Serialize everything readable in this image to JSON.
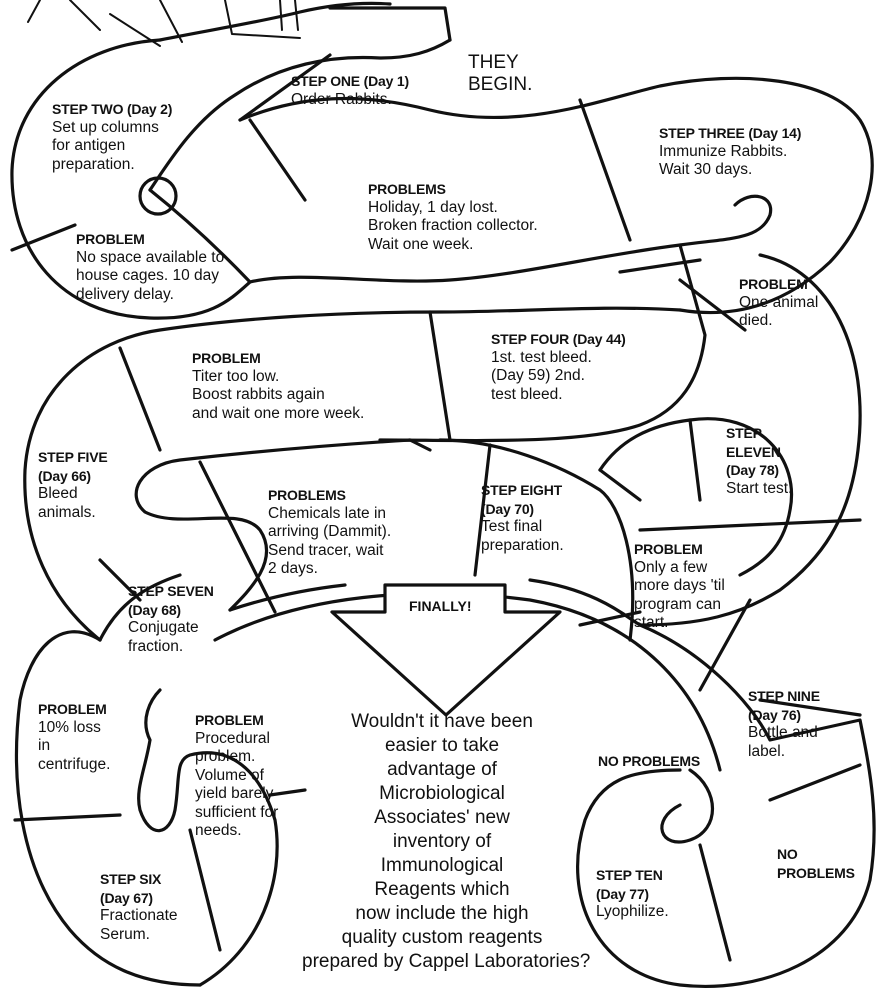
{
  "header": {
    "they_begin": "THEY\nBEGIN."
  },
  "steps": {
    "step_one": {
      "title": "STEP ONE (Day 1)",
      "text": "Order Rabbits."
    },
    "step_two": {
      "title": "STEP TWO (Day 2)",
      "text": "Set up columns\nfor antigen\npreparation."
    },
    "step_three": {
      "title": "STEP THREE (Day 14)",
      "text": "Immunize Rabbits.\nWait 30 days."
    },
    "step_four": {
      "title": "STEP FOUR (Day 44)",
      "text": "1st. test bleed.\n(Day 59) 2nd.\ntest bleed."
    },
    "step_five": {
      "title": "STEP FIVE\n(Day 66)",
      "text": "Bleed\nanimals."
    },
    "step_six": {
      "title": "STEP SIX\n(Day 67)",
      "text": "Fractionate\nSerum."
    },
    "step_seven": {
      "title": "STEP SEVEN\n(Day 68)",
      "text": "Conjugate\nfraction."
    },
    "step_eight": {
      "title": "STEP EIGHT\n(Day 70)",
      "text": "Test final\npreparation."
    },
    "step_nine": {
      "title": "STEP NINE\n(Day 76)",
      "text": "Bottle and\nlabel."
    },
    "step_ten": {
      "title": "STEP TEN\n(Day 77)",
      "text": "Lyophilize."
    },
    "step_eleven": {
      "title": "STEP\nELEVEN\n(Day 78)",
      "text": "Start test."
    }
  },
  "problems": {
    "p_no_space": {
      "title": "PROBLEM",
      "text": "No space available to\nhouse cages. 10 day\ndelivery delay."
    },
    "p_holiday": {
      "title": "PROBLEMS",
      "text": "Holiday, 1 day lost.\nBroken fraction collector.\nWait one week."
    },
    "p_animal_died": {
      "title": "PROBLEM",
      "text": "One animal\ndied."
    },
    "p_titer": {
      "title": "PROBLEM",
      "text": "Titer too low.\nBoost rabbits again\nand wait one more week."
    },
    "p_chemicals": {
      "title": "PROBLEMS",
      "text": "Chemicals late in\narriving (Dammit).\nSend tracer, wait\n2 days."
    },
    "p_loss": {
      "title": "PROBLEM",
      "text": "10% loss\nin\ncentrifuge."
    },
    "p_procedural": {
      "title": "PROBLEM",
      "text": "Procedural\nproblem.\nVolume of\nyield barely\nsufficient for\nneeds."
    },
    "p_few_days": {
      "title": "PROBLEM",
      "text": "Only a few\nmore days 'til\nprogram can\nstart."
    },
    "p_none_a": {
      "title": "NO PROBLEMS"
    },
    "p_none_b": {
      "title": "NO\nPROBLEMS"
    }
  },
  "finally": {
    "label": "FINALLY!"
  },
  "message": "Wouldn't it have been\neasier to take\nadvantage of\nMicrobiological\nAssociates' new\ninventory of\nImmunological\nReagents which\nnow include the high\nquality custom reagents\nprepared by Cappel Laboratories?"
}
